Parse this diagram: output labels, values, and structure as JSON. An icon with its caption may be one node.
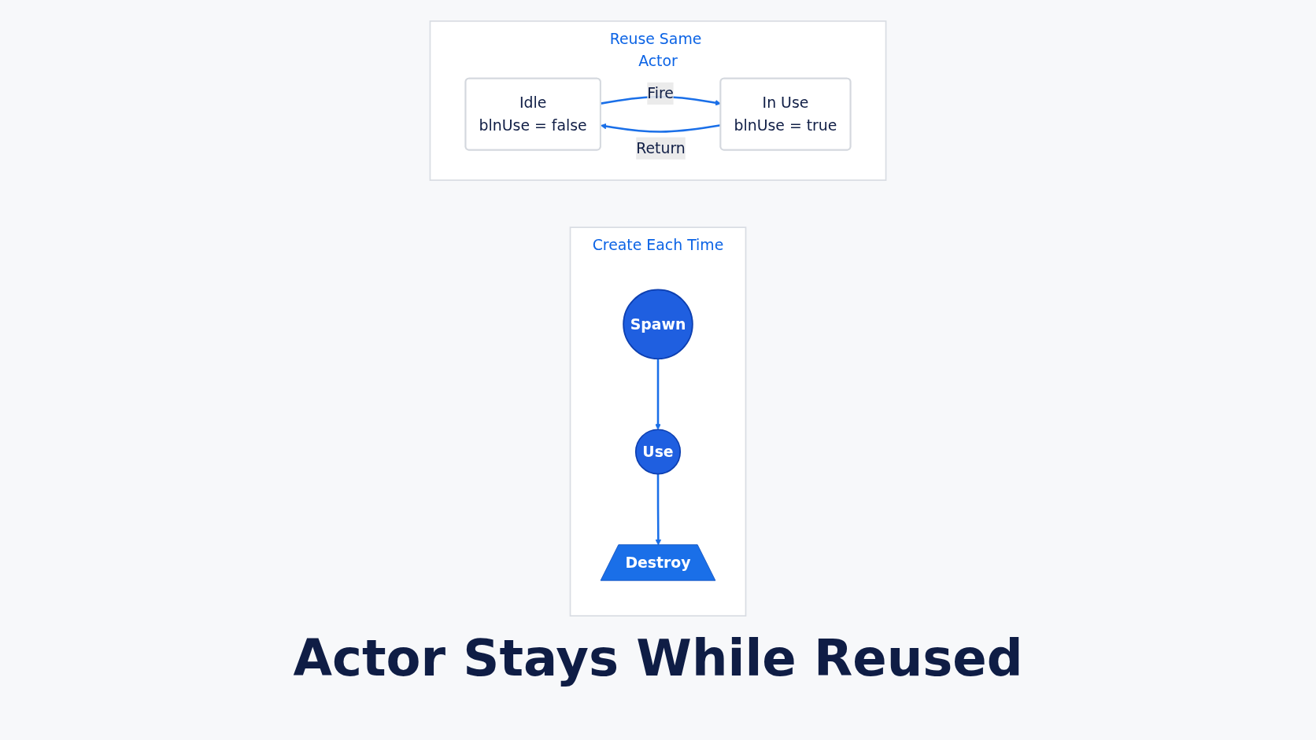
{
  "diagram": {
    "caption": "Actor Stays While Reused",
    "nodes": [
      {
        "text": [
          "Create Each Time"
        ]
      },
      {
        "text": [
          "Spawn"
        ],
        "in": 0
      },
      {
        "text": [
          "Use"
        ],
        "in": 0
      },
      {
        "text": [
          "Destroy"
        ],
        "in": 0
      },
      {
        "text": [
          "Reuse Same Actor"
        ]
      },
      {
        "text": [
          "Idle",
          "blnUse = false"
        ],
        "in": 4
      },
      {
        "text": [
          "In Use",
          "blnUse = true"
        ],
        "in": 4
      }
    ],
    "edges": [
      {
        "from": 1,
        "to": 2,
        "arrow": "to"
      },
      {
        "from": 2,
        "to": 3,
        "arrow": "to"
      },
      {
        "from": 5,
        "to": 6,
        "arrow": "to",
        "label": "Fire"
      },
      {
        "from": 6,
        "to": 5,
        "arrow": "to",
        "label": "Return"
      }
    ]
  }
}
